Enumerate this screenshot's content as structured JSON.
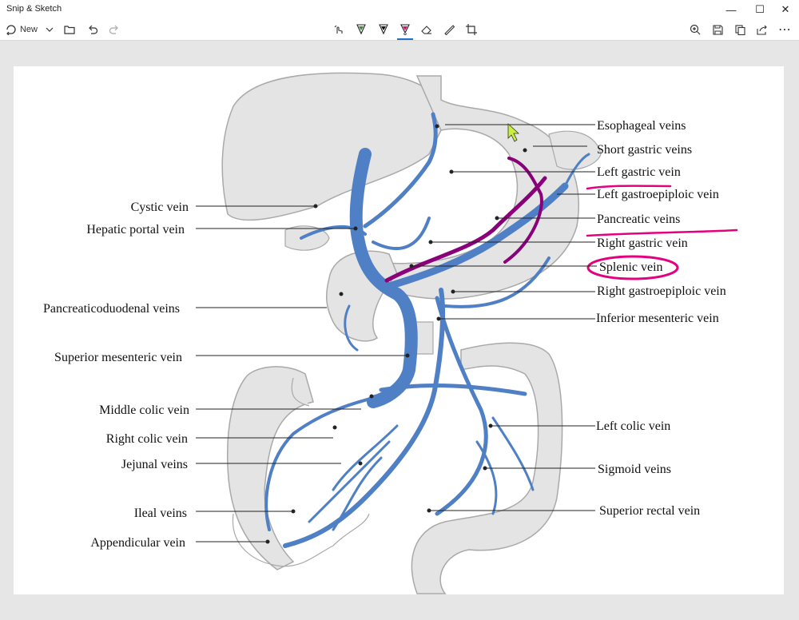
{
  "window": {
    "title": "Snip & Sketch",
    "controls": [
      "—",
      "☐",
      "✕"
    ]
  },
  "toolbar": {
    "new_label": "New",
    "more_glyph": "⋯",
    "active_tool": "highlighter",
    "ink_colors": {
      "pen_green": "#2e8b2e",
      "pen_black": "#111111",
      "highlighter_pink": "#e5007e"
    }
  },
  "figure": {
    "labels_left": [
      "Cystic vein",
      "Hepatic portal vein",
      "Pancreaticoduodenal veins",
      "Superior mesenteric vein",
      "Middle colic vein",
      "Right colic vein",
      "Jejunal veins",
      "Ileal veins",
      "Appendicular vein"
    ],
    "labels_right": [
      "Esophageal veins",
      "Short gastric veins",
      "Left gastric vein",
      "Left gastroepiploic vein",
      "Pancreatic veins",
      "Right gastric vein",
      "Splenic vein",
      "Right gastroepiploic vein",
      "Inferior mesenteric vein",
      "Left colic vein",
      "Sigmoid veins",
      "Superior rectal vein"
    ],
    "colors": {
      "vein": "#4f7fc4",
      "vein_dark": "#3a63a8",
      "organ": "#e4e4e4",
      "organ_edge": "#a9a9a9",
      "annotation": "#e5007e",
      "annotation_dark": "#8a007a"
    }
  }
}
